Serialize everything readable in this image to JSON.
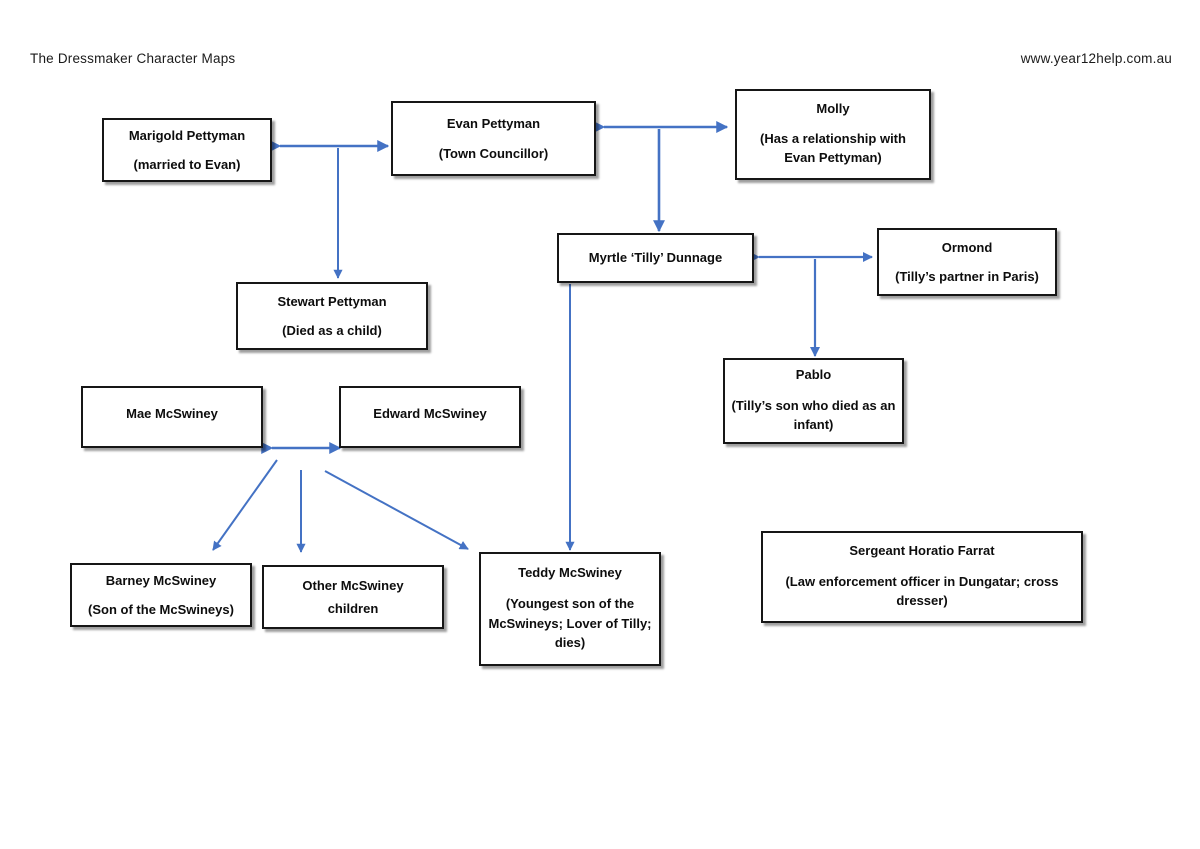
{
  "header": {
    "title": "The Dressmaker Character Maps",
    "website": "www.year12help.com.au"
  },
  "theme": {
    "arrow_color": "#4472C4",
    "box_border": "#161616",
    "box_fill": "#FFFFFF",
    "page_bg": "#FFFFFF",
    "text_color": "#0D0D0D"
  },
  "diagram": {
    "type": "character-map",
    "nodes": [
      {
        "id": "marigold",
        "title": "Marigold Pettyman",
        "subtitle": "(married to Evan)"
      },
      {
        "id": "evan",
        "title": "Evan Pettyman",
        "subtitle": "(Town Councillor)"
      },
      {
        "id": "molly",
        "title": "Molly",
        "subtitle": "(Has a relationship with Evan Pettyman)"
      },
      {
        "id": "stewart",
        "title": "Stewart Pettyman",
        "subtitle": "(Died as a child)"
      },
      {
        "id": "tilly",
        "title": "Myrtle ‘Tilly’ Dunnage",
        "subtitle": ""
      },
      {
        "id": "ormond",
        "title": "Ormond",
        "subtitle": "(Tilly’s partner in Paris)"
      },
      {
        "id": "pablo",
        "title": "Pablo",
        "subtitle": "(Tilly’s son who died as an infant)"
      },
      {
        "id": "mae",
        "title": "Mae McSwiney",
        "subtitle": ""
      },
      {
        "id": "edward",
        "title": "Edward McSwiney",
        "subtitle": ""
      },
      {
        "id": "barney",
        "title": "Barney McSwiney",
        "subtitle": "(Son of the McSwineys)"
      },
      {
        "id": "other-children",
        "title": "Other McSwiney",
        "subtitle": "children"
      },
      {
        "id": "teddy",
        "title": "Teddy McSwiney",
        "subtitle": "(Youngest son of the McSwineys; Lover of Tilly; dies)"
      },
      {
        "id": "farrat",
        "title": "Sergeant Horatio Farrat",
        "subtitle": "(Law enforcement officer in Dungatar; cross dresser)"
      }
    ],
    "edges": [
      {
        "from": "marigold",
        "to": "evan",
        "style": "double-arrow"
      },
      {
        "from": "evan",
        "to": "molly",
        "style": "double-arrow"
      },
      {
        "from": "marigold-evan-link",
        "to": "stewart",
        "style": "arrow"
      },
      {
        "from": "evan-molly-link",
        "to": "tilly",
        "style": "arrow"
      },
      {
        "from": "tilly",
        "to": "ormond",
        "style": "double-arrow"
      },
      {
        "from": "tilly-ormond-link",
        "to": "pablo",
        "style": "arrow"
      },
      {
        "from": "mae",
        "to": "edward",
        "style": "double-arrow"
      },
      {
        "from": "mae-edward-link",
        "to": "barney",
        "style": "arrow"
      },
      {
        "from": "mae-edward-link",
        "to": "other-children",
        "style": "arrow"
      },
      {
        "from": "mae-edward-link",
        "to": "teddy",
        "style": "arrow"
      },
      {
        "from": "tilly",
        "to": "teddy",
        "style": "arrow"
      }
    ]
  }
}
